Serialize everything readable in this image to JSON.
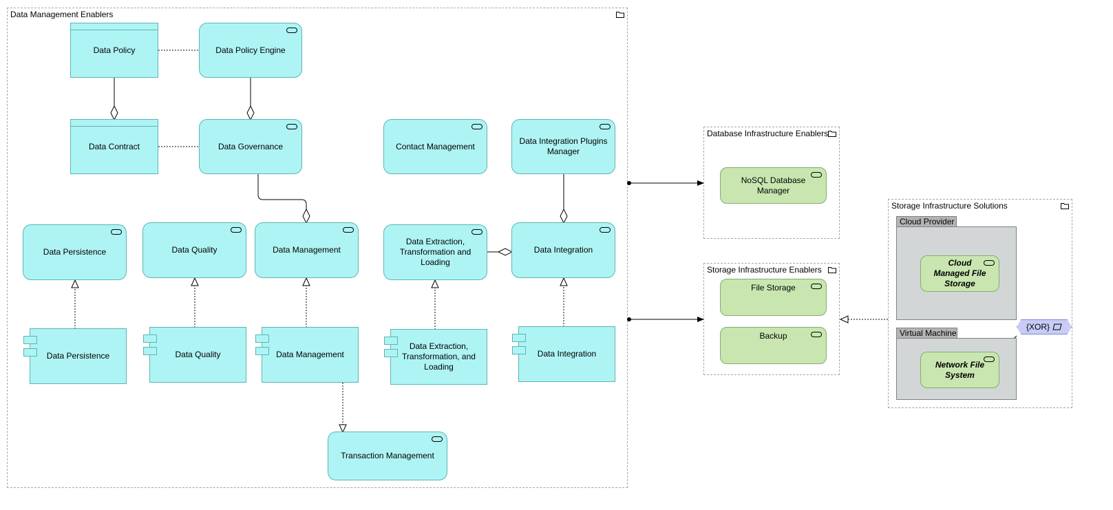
{
  "groups": {
    "dme": "Data Management Enablers",
    "dbie": "Database Infrastructure Enablers",
    "sie": "Storage Infrastructure Enablers",
    "sis": "Storage Infrastructure Solutions"
  },
  "data_objects": {
    "policy": "Data Policy",
    "contract": "Data Contract"
  },
  "services": {
    "policy_engine": "Data Policy Engine",
    "governance": "Data Governance",
    "contact_mgmt": "Contact Management",
    "integration_plugins": "Data Integration Plugins Manager",
    "persistence": "Data Persistence",
    "quality": "Data Quality",
    "management": "Data Management",
    "etl": "Data Extraction, Transformation and Loading",
    "integration": "Data Integration",
    "transaction_mgmt": "Transaction Management"
  },
  "components": {
    "persistence": "Data Persistence",
    "quality": "Data Quality",
    "management": "Data Management",
    "etl": "Data Extraction, Transformation, and Loading",
    "integration": "Data Integration"
  },
  "tech_services": {
    "nosql": "NoSQL Database Manager",
    "file_storage": "File Storage",
    "backup": "Backup",
    "cloud_storage": "Cloud Managed File Storage",
    "nfs": "Network File System"
  },
  "nodes": {
    "cloud": "Cloud Provider",
    "vm": "Virtual Machine"
  },
  "junction": "{XOR}",
  "colors": {
    "application": "#aff4f4",
    "technology": "#c9e6b0",
    "node": "#d3d6d6",
    "junction": "#c8ccf6"
  }
}
